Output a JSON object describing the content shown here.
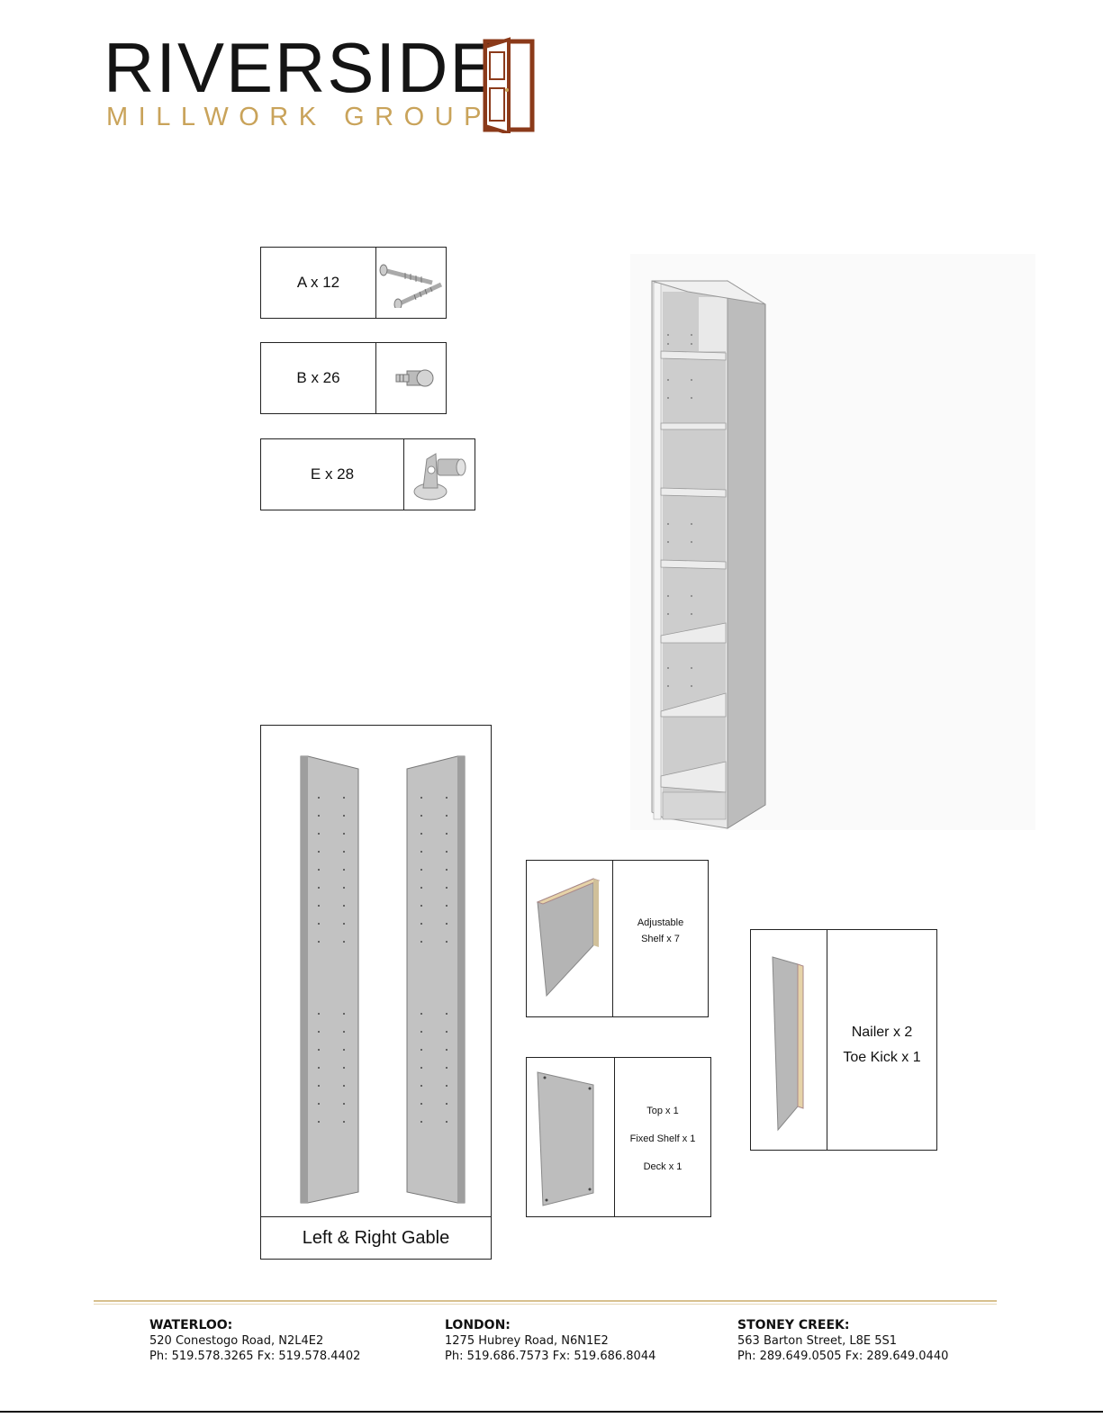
{
  "brand": {
    "name": "RIVERSIDE",
    "subname": "MILLWORK GROUP",
    "brand_color": "#c9a35a",
    "door_color": "#8b3a1a"
  },
  "hardware": [
    {
      "label": "A x 12",
      "icon": "screw-icon"
    },
    {
      "label": "B x 26",
      "icon": "cam-bolt-icon"
    },
    {
      "label": "E x 28",
      "icon": "shelf-pin-icon"
    }
  ],
  "parts": {
    "adjustable_shelf": {
      "line1": "Adjustable",
      "line2": "Shelf x 7"
    },
    "top_group": {
      "line1": "Top x 1",
      "line2": "Fixed Shelf x 1",
      "line3": "Deck x 1"
    },
    "nailer_group": {
      "line1": "Nailer x 2",
      "line2": "Toe Kick x 1"
    },
    "gable": {
      "caption": "Left & Right Gable"
    }
  },
  "footer": [
    {
      "city": "WATERLOO:",
      "address": "520 Conestogo Road, N2L4E2",
      "phone": "Ph: 519.578.3265 Fx: 519.578.4402"
    },
    {
      "city": "LONDON:",
      "address": "1275 Hubrey Road, N6N1E2",
      "phone": "Ph: 519.686.7573 Fx: 519.686.8044"
    },
    {
      "city": "STONEY CREEK:",
      "address": "563 Barton Street, L8E 5S1",
      "phone": "Ph: 289.649.0505 Fx: 289.649.0440"
    }
  ]
}
